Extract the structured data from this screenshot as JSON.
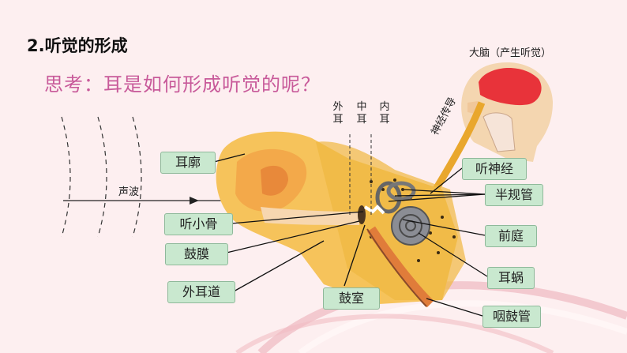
{
  "heading": "2.听觉的形成",
  "question": "思考：耳是如何形成听觉的呢？",
  "brain_label": "大脑（产生听觉）",
  "nerve_label": "神经传导",
  "sound_wave_label": "声波",
  "ear_regions": {
    "outer": "外耳",
    "middle": "中耳",
    "inner": "内耳"
  },
  "parts": {
    "auricle": "耳廓",
    "ossicles": "听小骨",
    "eardrum": "鼓膜",
    "ear_canal": "外耳道",
    "tympanic_cavity": "鼓室",
    "auditory_nerve": "听神经",
    "semicircular_canals": "半规管",
    "vestibule": "前庭",
    "cochlea": "耳蜗",
    "eustachian_tube": "咽鼓管"
  }
}
